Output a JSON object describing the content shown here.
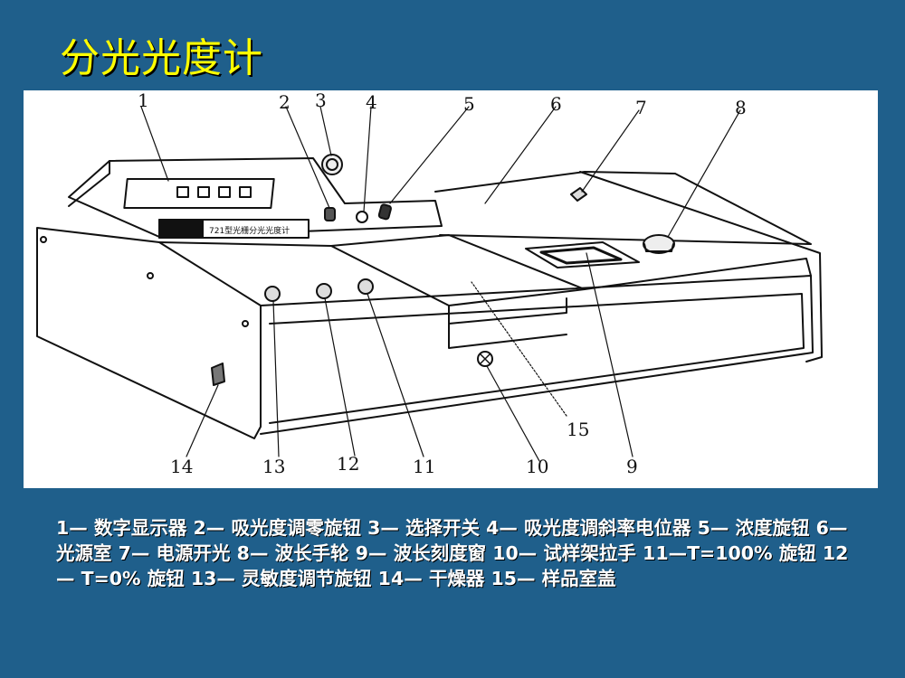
{
  "slide": {
    "title": "分光光度计"
  },
  "figure": {
    "callouts": [
      "1",
      "2",
      "3",
      "4",
      "5",
      "6",
      "7",
      "8",
      "9",
      "10",
      "11",
      "12",
      "13",
      "14",
      "15"
    ],
    "nameplate_text": "721型光栅分光光度计",
    "display_squares": 4
  },
  "caption": {
    "text": "1— 数字显示器 2— 吸光度调零旋钮 3— 选择开关 4— 吸光度调斜率电位器 5— 浓度旋钮 6— 光源室 7— 电源开光 8— 波长手轮 9— 波长刻度窗 10— 试样架拉手 11—T=100% 旋钮 12— T=0% 旋钮 13— 灵敏度调节旋钮 14— 干燥器 15— 样品室盖"
  }
}
